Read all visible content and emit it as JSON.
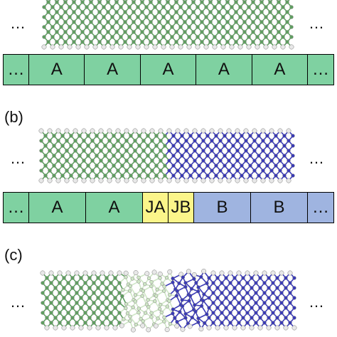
{
  "colors": {
    "segment_A": "#7fd1a1",
    "segment_B": "#9fb4e0",
    "segment_J": "#fbf58a",
    "atom_A": "#5fa060",
    "atom_B": "#3a3ab8",
    "hydrogen": "#e8e8e8",
    "junction_light": "#cfe7c6"
  },
  "continuation": "…",
  "panels": [
    {
      "label": "",
      "segments": [
        {
          "text": "…",
          "kind": "A"
        },
        {
          "text": "A",
          "kind": "A"
        },
        {
          "text": "A",
          "kind": "A"
        },
        {
          "text": "A",
          "kind": "A"
        },
        {
          "text": "A",
          "kind": "A"
        },
        {
          "text": "A",
          "kind": "A"
        },
        {
          "text": "…",
          "kind": "A"
        }
      ]
    },
    {
      "label": "(b)",
      "segments": [
        {
          "text": "…",
          "kind": "A"
        },
        {
          "text": "A",
          "kind": "A"
        },
        {
          "text": "A",
          "kind": "A"
        },
        {
          "text": "JA",
          "kind": "J"
        },
        {
          "text": "JB",
          "kind": "J"
        },
        {
          "text": "B",
          "kind": "B"
        },
        {
          "text": "B",
          "kind": "B"
        },
        {
          "text": "…",
          "kind": "B"
        }
      ]
    },
    {
      "label": "(c)",
      "segments": []
    }
  ]
}
